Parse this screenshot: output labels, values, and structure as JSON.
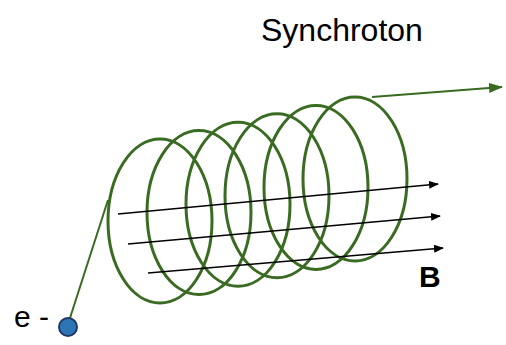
{
  "diagram": {
    "title": "Synchroton",
    "labels": [
      "e -",
      "B"
    ]
  }
}
